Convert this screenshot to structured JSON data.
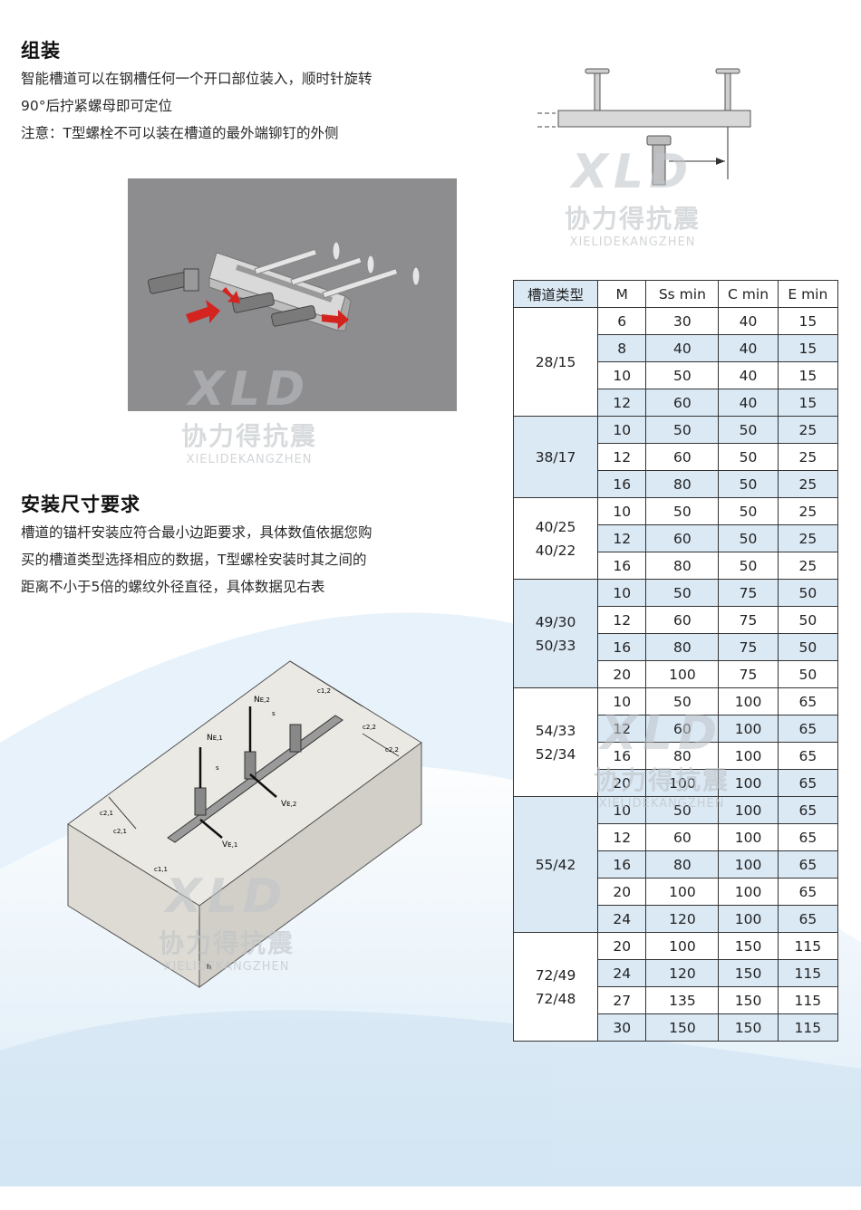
{
  "section1": {
    "title": "组装",
    "lines": [
      "智能槽道可以在钢槽任何一个开口部位装入，顺时针旋转",
      "90°后拧紧螺母即可定位",
      "注意：T型螺栓不可以装在槽道的最外端铆钉的外侧"
    ]
  },
  "section2": {
    "title": "安装尺寸要求",
    "lines": [
      "槽道的锚杆安装应符合最小边距要求，具体数值依据您购",
      "买的槽道类型选择相应的数据，T型螺栓安装时其之间的",
      "距离不小于5倍的螺纹外径直径，具体数据见右表"
    ]
  },
  "watermark": {
    "logo": "XLD",
    "cn": "协力得抗震",
    "en": "XIELIDEKANGZHEN"
  },
  "diagram_labels": {
    "ne2": "N",
    "ne2_sub": "E,2",
    "ne1": "N",
    "ne1_sub": "E,1",
    "ve2": "V",
    "ve2_sub": "E,2",
    "ve1": "V",
    "ve1_sub": "E,1",
    "c12": "c1,2",
    "c22a": "c2,2",
    "c22b": "c2,2",
    "c21a": "c2,1",
    "c21b": "c2,1",
    "c11": "c1,1",
    "s1": "s",
    "s2": "s",
    "h": "h"
  },
  "table": {
    "headers": [
      "槽道类型",
      "M",
      "Ss min",
      "C min",
      "E min"
    ],
    "groups": [
      {
        "type": [
          "28/15"
        ],
        "shade": "A",
        "rows": [
          [
            "6",
            "30",
            "40",
            "15"
          ],
          [
            "8",
            "40",
            "40",
            "15"
          ],
          [
            "10",
            "50",
            "40",
            "15"
          ],
          [
            "12",
            "60",
            "40",
            "15"
          ]
        ]
      },
      {
        "type": [
          "38/17"
        ],
        "shade": "B",
        "rows": [
          [
            "10",
            "50",
            "50",
            "25"
          ],
          [
            "12",
            "60",
            "50",
            "25"
          ],
          [
            "16",
            "80",
            "50",
            "25"
          ]
        ]
      },
      {
        "type": [
          "40/25",
          "40/22"
        ],
        "shade": "A",
        "rows": [
          [
            "10",
            "50",
            "50",
            "25"
          ],
          [
            "12",
            "60",
            "50",
            "25"
          ],
          [
            "16",
            "80",
            "50",
            "25"
          ]
        ]
      },
      {
        "type": [
          "49/30",
          "50/33"
        ],
        "shade": "B",
        "rows": [
          [
            "10",
            "50",
            "75",
            "50"
          ],
          [
            "12",
            "60",
            "75",
            "50"
          ],
          [
            "16",
            "80",
            "75",
            "50"
          ],
          [
            "20",
            "100",
            "75",
            "50"
          ]
        ]
      },
      {
        "type": [
          "54/33",
          "52/34"
        ],
        "shade": "A",
        "rows": [
          [
            "10",
            "50",
            "100",
            "65"
          ],
          [
            "12",
            "60",
            "100",
            "65"
          ],
          [
            "16",
            "80",
            "100",
            "65"
          ],
          [
            "20",
            "100",
            "100",
            "65"
          ]
        ]
      },
      {
        "type": [
          "55/42"
        ],
        "shade": "B",
        "rows": [
          [
            "10",
            "50",
            "100",
            "65"
          ],
          [
            "12",
            "60",
            "100",
            "65"
          ],
          [
            "16",
            "80",
            "100",
            "65"
          ],
          [
            "20",
            "100",
            "100",
            "65"
          ],
          [
            "24",
            "120",
            "100",
            "65"
          ]
        ]
      },
      {
        "type": [
          "72/49",
          "72/48"
        ],
        "shade": "A",
        "rows": [
          [
            "20",
            "100",
            "150",
            "115"
          ],
          [
            "24",
            "120",
            "150",
            "115"
          ],
          [
            "27",
            "135",
            "150",
            "115"
          ],
          [
            "30",
            "150",
            "150",
            "115"
          ]
        ]
      }
    ]
  }
}
